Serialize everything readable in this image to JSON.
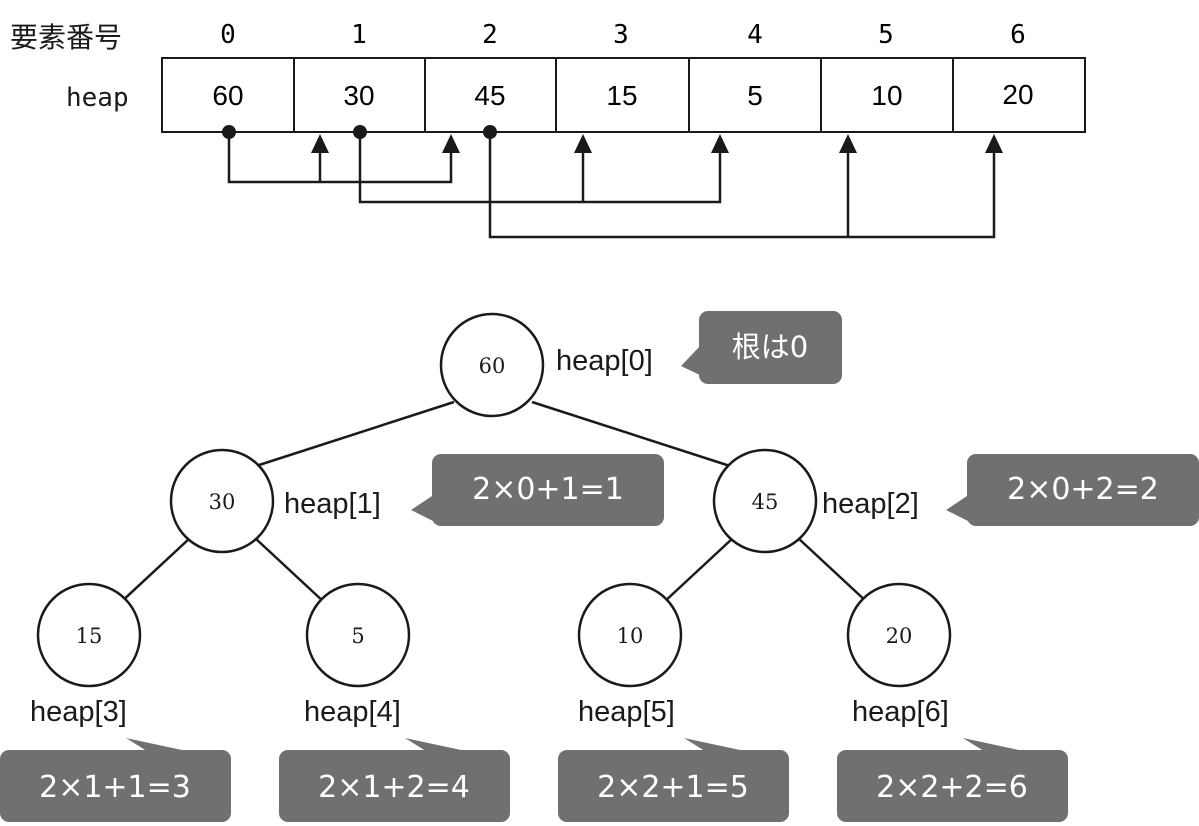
{
  "array": {
    "index_label": "要素番号",
    "row_label": "heap",
    "indices": [
      "0",
      "1",
      "2",
      "3",
      "4",
      "5",
      "6"
    ],
    "values": [
      "60",
      "30",
      "45",
      "15",
      "5",
      "10",
      "20"
    ]
  },
  "tree": {
    "nodes": [
      {
        "value": "60",
        "label": "heap[0]"
      },
      {
        "value": "30",
        "label": "heap[1]"
      },
      {
        "value": "45",
        "label": "heap[2]"
      },
      {
        "value": "15",
        "label": "heap[3]"
      },
      {
        "value": "5",
        "label": "heap[4]"
      },
      {
        "value": "10",
        "label": "heap[5]"
      },
      {
        "value": "20",
        "label": "heap[6]"
      }
    ],
    "callouts": [
      "根は0",
      "2×0+1=1",
      "2×0+2=2",
      "2×1+1=3",
      "2×1+2=4",
      "2×2+1=5",
      "2×2+2=6"
    ]
  },
  "colors": {
    "ink": "#1a1a1a",
    "callout_fill": "#707070",
    "callout_text": "#ffffff"
  }
}
